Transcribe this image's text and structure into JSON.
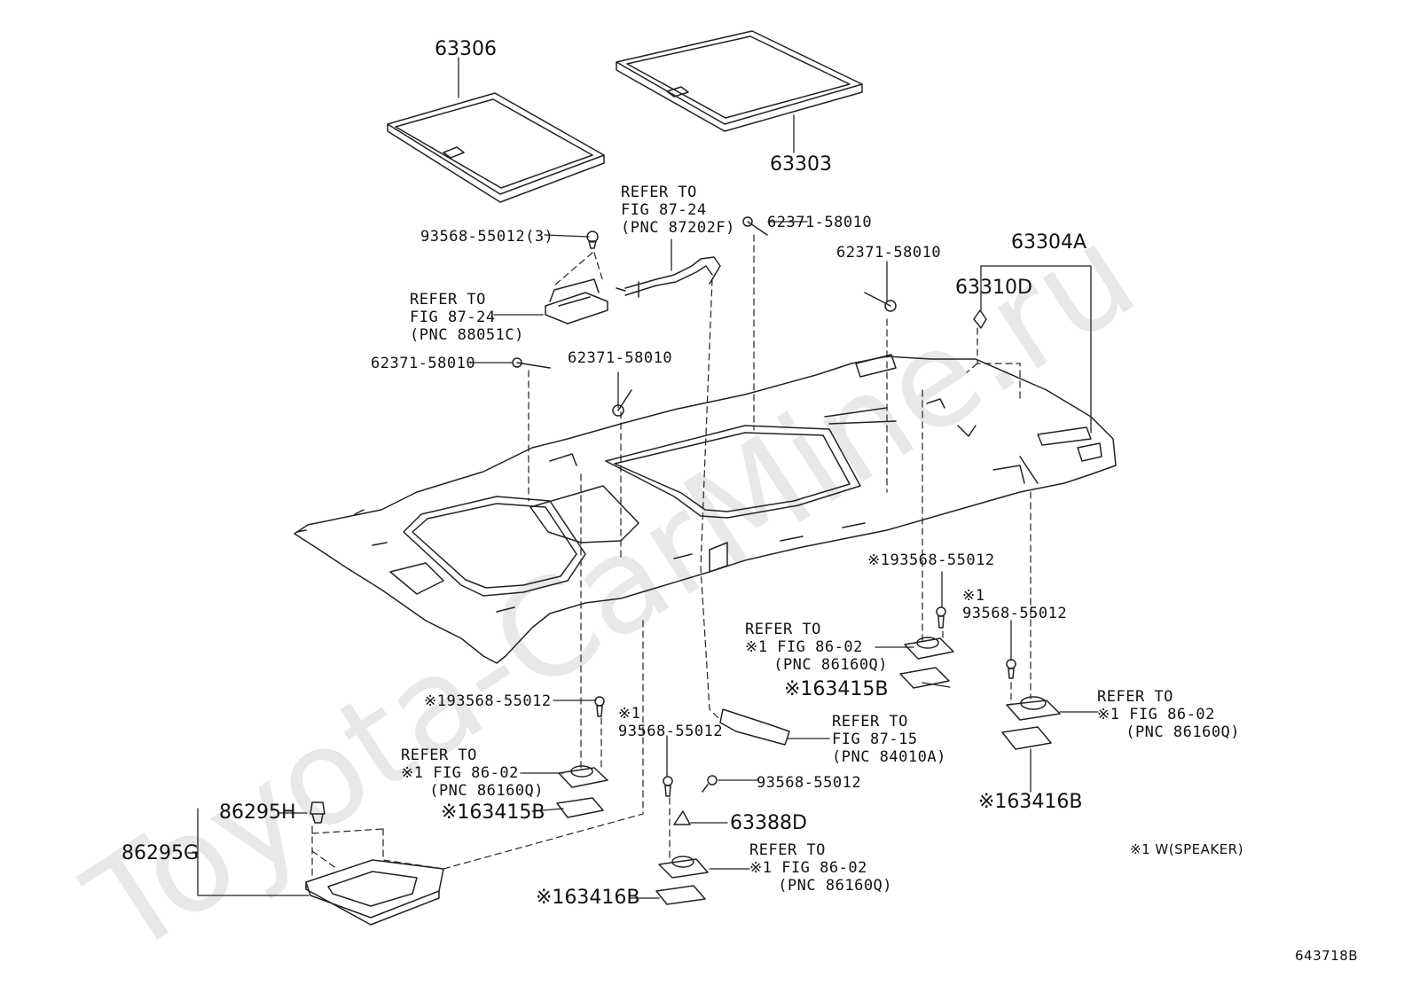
{
  "watermark": "Toyota-CarMine.ru",
  "diagram_id": "643718B",
  "note": "※1 W(SPEAKER)",
  "labels": {
    "p63306": "63306",
    "p63303": "63303",
    "ref_87202f": "REFER TO\nFIG 87-24\n(PNC 87202F)",
    "ref_88051c": "REFER TO\nFIG 87-24\n(PNC 88051C)",
    "screw_3": "93568-55012(3)",
    "clip_a": "62371-58010",
    "clip_b": "62371-58010",
    "clip_c": "62371-58010",
    "clip_d": "62371-58010",
    "p63304a": "63304A",
    "p63310d": "63310D",
    "s1_screw_r1": "※193568-55012",
    "s1_screw_r2": "※1\n93568-55012",
    "ref_spk_r1": "REFER TO\n※1 FIG 86-02\n   (PNC 86160Q)",
    "p63415b_r": "※163415B",
    "ref_spk_r2": "REFER TO\n※1 FIG 86-02\n   (PNC 86160Q)",
    "p63416b_r": "※163416B",
    "ref_84010a": "REFER TO\nFIG 87-15\n(PNC 84010A)",
    "s1_screw_l": "※193568-55012",
    "s1_screw_c": "※1\n93568-55012",
    "screw_plain": "93568-55012",
    "ref_spk_l": "REFER TO\n※1 FIG 86-02\n   (PNC 86160Q)",
    "p63415b_l": "※163415B",
    "p86295h": "86295H",
    "p86295g": "86295G",
    "p63388d": "63388D",
    "ref_spk_c": "REFER TO\n※1 FIG 86-02\n   (PNC 86160Q)",
    "p63416b_c": "※163416B"
  }
}
